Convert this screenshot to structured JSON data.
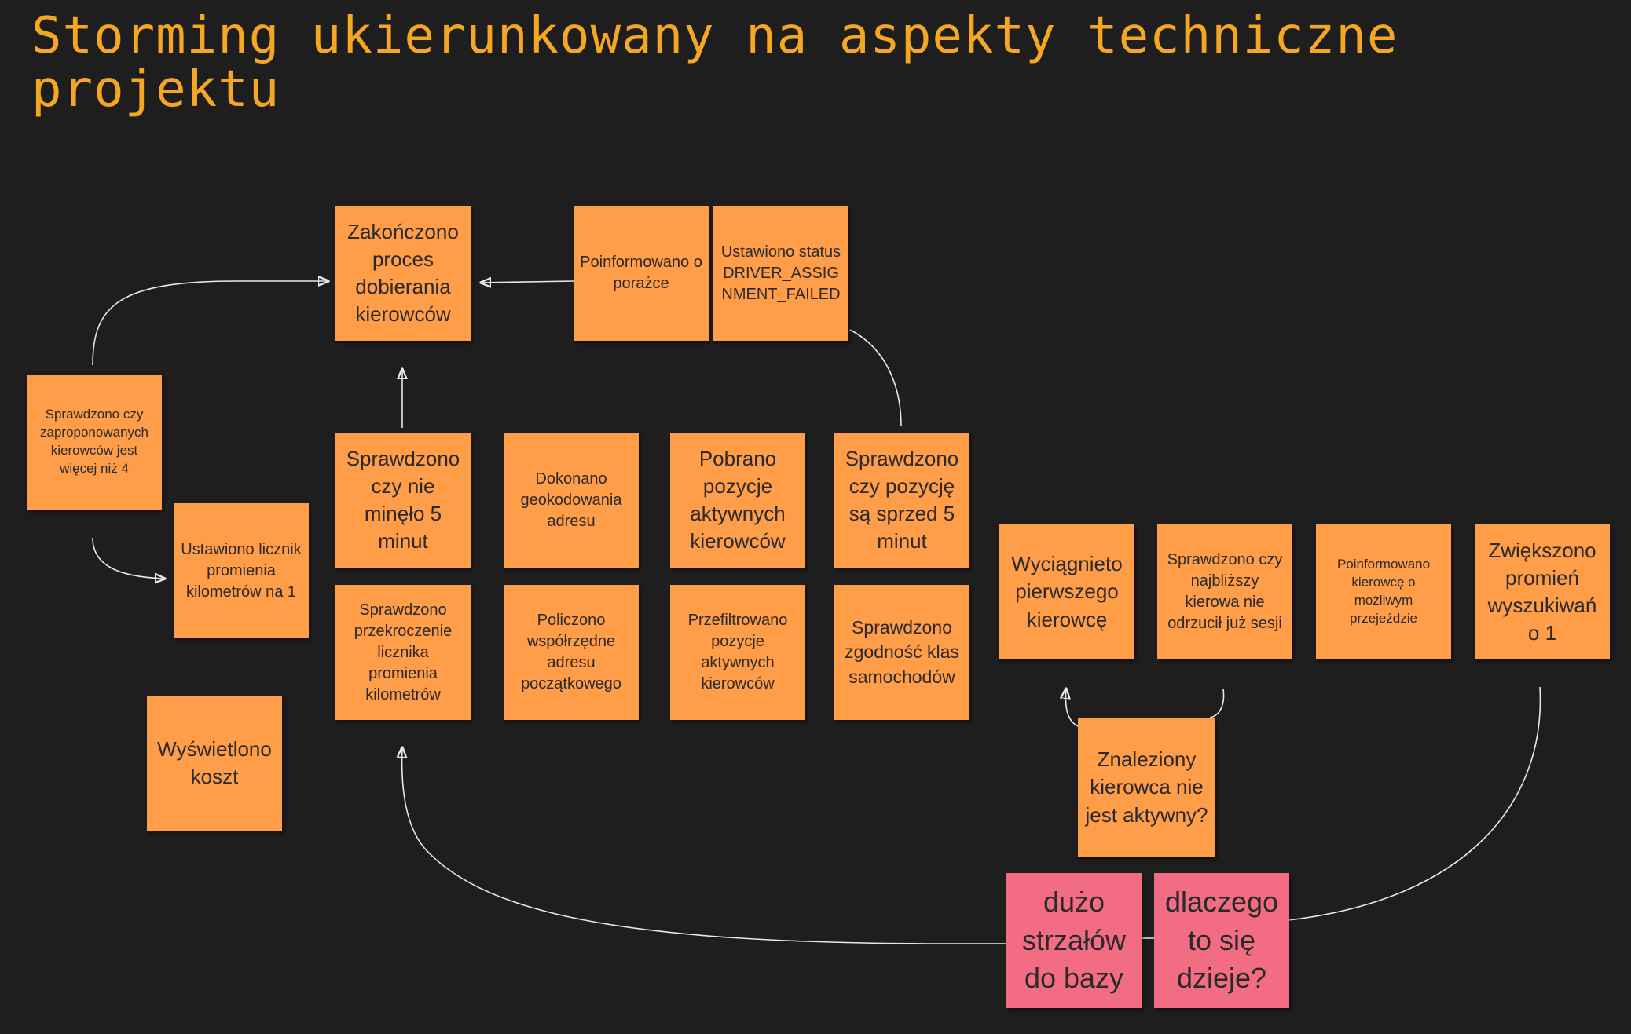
{
  "title": "Storming ukierunkowany na aspekty techniczne\nprojektu",
  "notes": {
    "zakonczono": "Zakończono proces dobierania kierowców",
    "poinformowano_porazka": "Poinformowano o porażce",
    "ustawiono_status": "Ustawiono status DRIVER_ASSIGNMENT_FAILED",
    "sprawdzono_wiecej_niz_4": "Sprawdzono czy zaproponowanych kierowców jest więcej niż 4",
    "ustawiono_licznik": "Ustawiono licznik promienia kilometrów na 1",
    "wyswietlono_koszt": "Wyświetlono koszt",
    "sprawdzono_5_minut": "Sprawdzono czy nie minęło 5 minut",
    "sprawdzono_przekroczenie": "Sprawdzono przekroczenie licznika promienia kilometrów",
    "dokonano_geokodowania": "Dokonano geokodowania adresu",
    "policzono_wspolrzedne": "Policzono współrzędne adresu początkowego",
    "pobrano_pozycje": "Pobrano pozycje aktywnych kierowców",
    "przefiltrowano_pozycje": "Przefiltrowano pozycje aktywnych kierowców",
    "sprawdzono_pozycje_5_minut": "Sprawdzono czy pozycję są sprzed 5 minut",
    "sprawdzono_zgodnosc": "Sprawdzono zgodność klas samochodów",
    "wyciagnieto_kierowce": "Wyciągnieto pierwszego kierowcę",
    "sprawdzono_odrzucil": "Sprawdzono czy najbliższy kierowa nie odrzucił już sesji",
    "poinformowano_kierowce": "Poinformowano kierowcę o możliwym przejeździe",
    "zwiekszono_promien": "Zwiększono promień wyszukiwań o 1",
    "znaleziony_kierowca": "Znaleziony kierowca nie jest aktywny?",
    "duzo_strzalow": "dużo strzałów do bazy",
    "dlaczego": "dlaczego to się dzieje?"
  },
  "colors": {
    "background": "#1e1e1e",
    "title": "#f5a623",
    "event_note": "#ff9d48",
    "question_note": "#f26d84",
    "connector": "#e8e8e8"
  }
}
